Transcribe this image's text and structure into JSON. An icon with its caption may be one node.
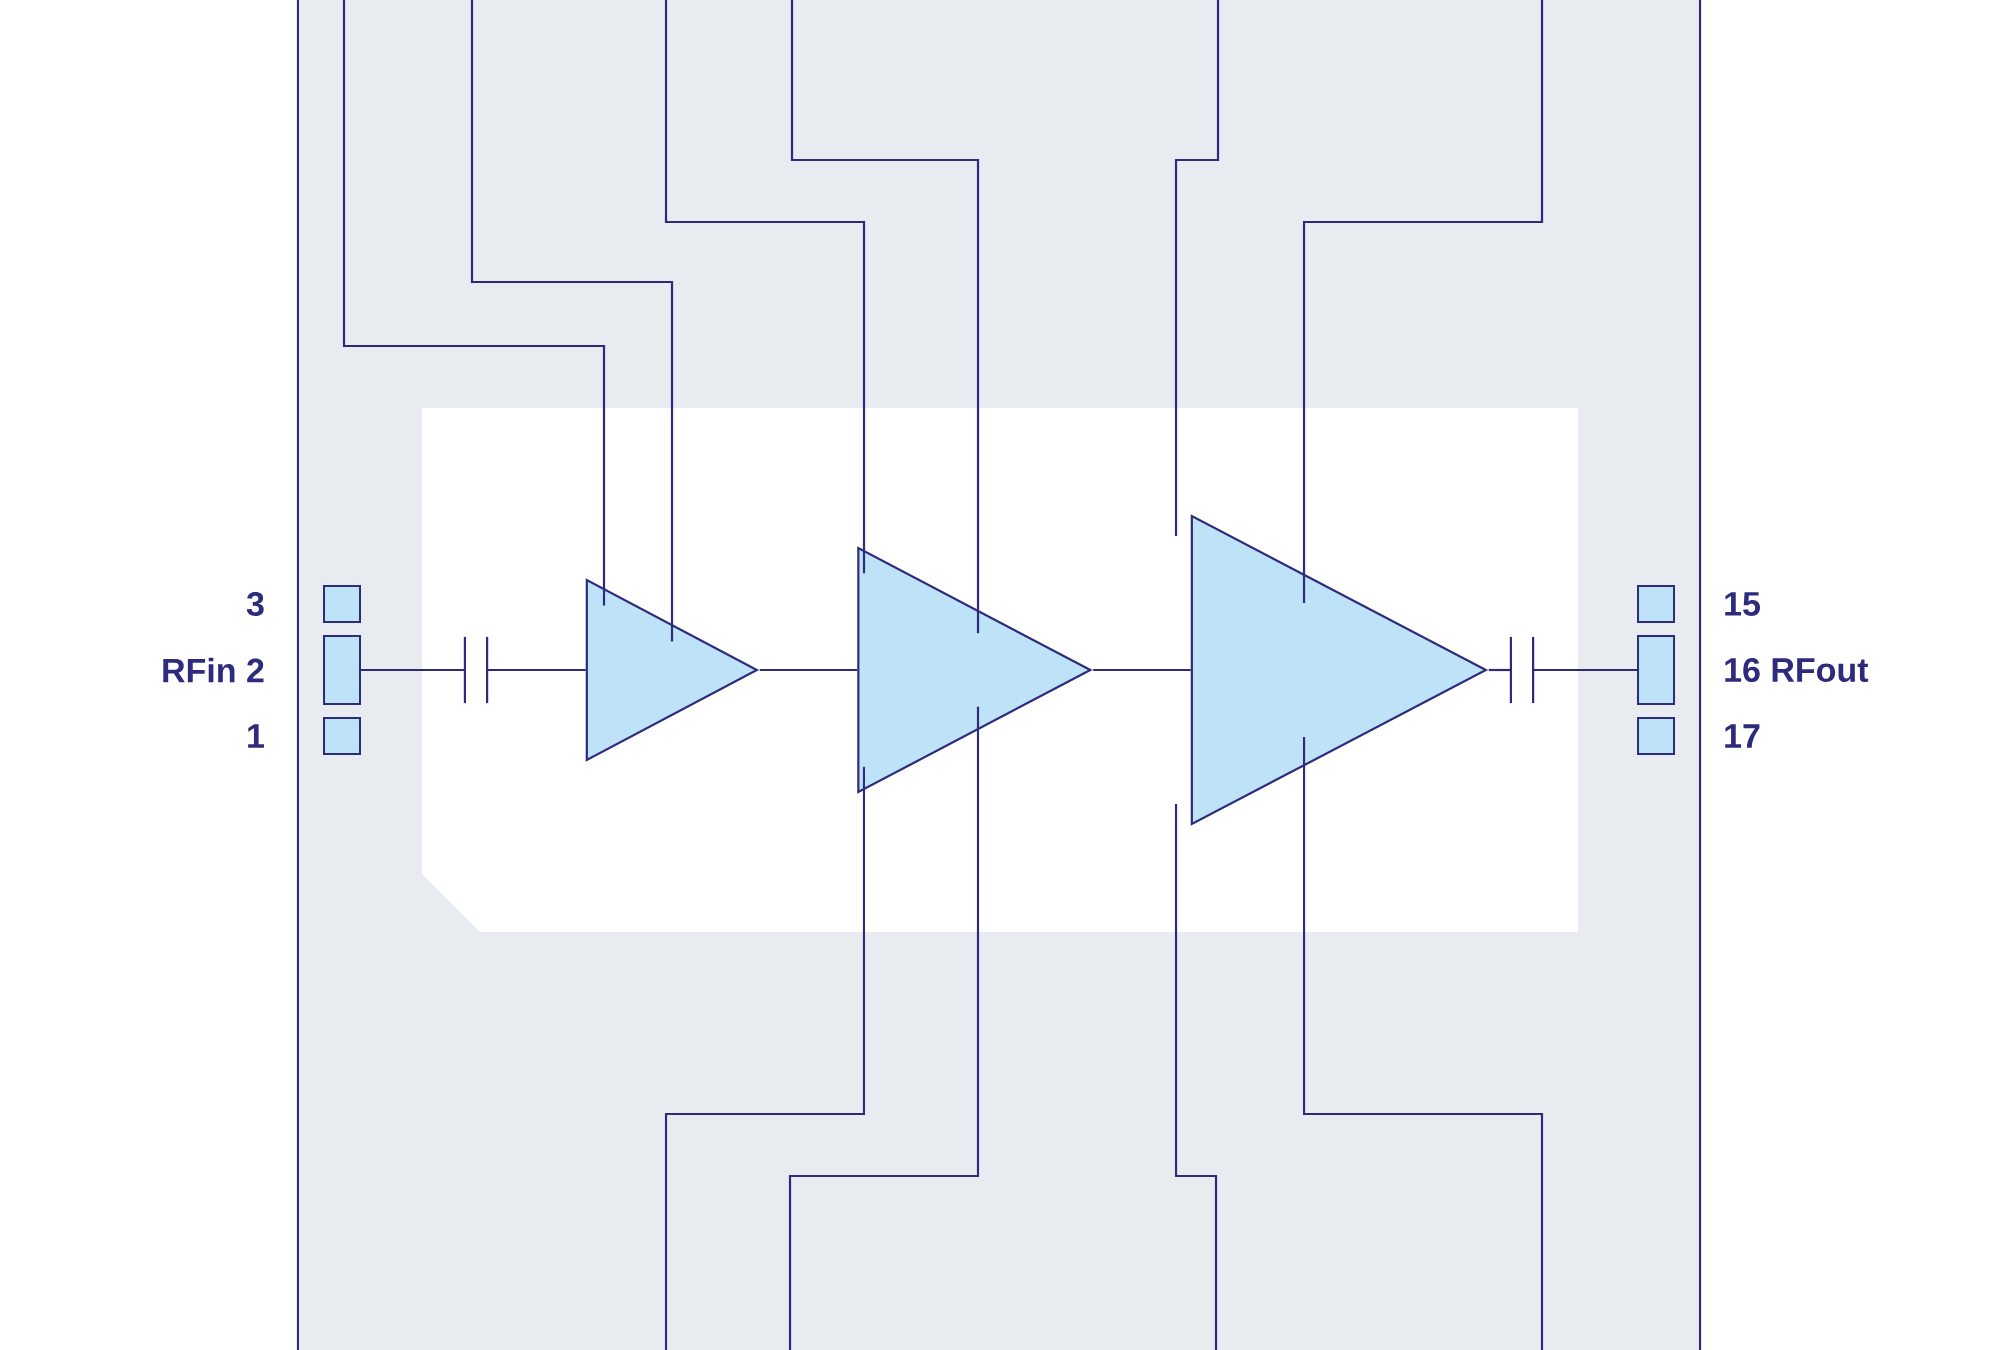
{
  "diagram": {
    "nodes": [
      {
        "text": [],
        "shape": "box",
        "beside": [
          "3"
        ]
      },
      {
        "text": [],
        "shape": "box",
        "beside": [
          "RFin 2"
        ]
      },
      {
        "text": [],
        "shape": "box",
        "beside": [
          "1"
        ]
      },
      {
        "text": [],
        "shape": "capacitor"
      },
      {
        "text": [],
        "shape": "triangle"
      },
      {
        "text": [],
        "shape": "triangle"
      },
      {
        "text": [],
        "shape": "triangle"
      },
      {
        "text": [],
        "shape": "capacitor"
      },
      {
        "text": [],
        "shape": "box",
        "beside": [
          "15"
        ]
      },
      {
        "text": [],
        "shape": "box",
        "beside": [
          "16 RFout"
        ]
      },
      {
        "text": [],
        "shape": "box",
        "beside": [
          "17"
        ]
      }
    ],
    "edges": [
      {
        "from": 1,
        "to": 3,
        "arrow": "none"
      },
      {
        "from": 3,
        "to": 4,
        "arrow": "none"
      },
      {
        "from": 4,
        "to": 5,
        "arrow": "none"
      },
      {
        "from": 5,
        "to": 6,
        "arrow": "none"
      },
      {
        "from": 6,
        "to": 7,
        "arrow": "none"
      },
      {
        "from": 7,
        "to": 9,
        "arrow": "none"
      },
      {
        "from": null,
        "to": 4,
        "arrow": "none"
      },
      {
        "from": null,
        "to": 4,
        "arrow": "none"
      },
      {
        "from": null,
        "to": 5,
        "arrow": "none"
      },
      {
        "from": null,
        "to": 5,
        "arrow": "none"
      },
      {
        "from": null,
        "to": 6,
        "arrow": "none"
      },
      {
        "from": null,
        "to": 6,
        "arrow": "none"
      },
      {
        "from": 5,
        "to": null,
        "arrow": "none"
      },
      {
        "from": 5,
        "to": null,
        "arrow": "none"
      },
      {
        "from": 6,
        "to": null,
        "arrow": "none"
      },
      {
        "from": 6,
        "to": null,
        "arrow": "none"
      }
    ]
  }
}
